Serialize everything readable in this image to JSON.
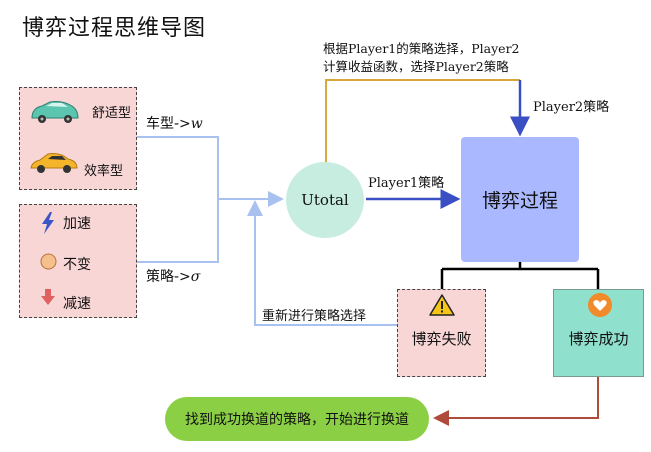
{
  "title": "博弈过程思维导图",
  "vehicle_types": {
    "comfort": "舒适型",
    "efficient": "效率型"
  },
  "strategies": {
    "accelerate": "加速",
    "keep": "不变",
    "decelerate": "减速"
  },
  "edges": {
    "vehicle_type": "车型->",
    "vehicle_type_var": "w",
    "strategy": "策略->",
    "strategy_var": "σ",
    "player1_strategy": "Player1策略",
    "player2_strategy": "Player2策略",
    "top_note_line1": "根据Player1的策略选择，Player2",
    "top_note_line2": "计算收益函数，选择Player2策略",
    "reselect": "重新进行策略选择"
  },
  "nodes": {
    "utotal": "Utotal",
    "game_process": "博弈过程",
    "game_fail": "博弈失败",
    "game_success": "博弈成功",
    "result": "找到成功换道的策略，开始进行换道"
  },
  "colors": {
    "pink": "#f9d6d6",
    "utotal": "#c6ede0",
    "process": "#aab8ff",
    "success": "#8fe0cc",
    "result": "#8bcf45",
    "blue_line": "#3a4fc4",
    "light_blue_line": "#a9c1ef",
    "gold_line": "#d8a93a",
    "dark_red_line": "#b04a3a"
  }
}
